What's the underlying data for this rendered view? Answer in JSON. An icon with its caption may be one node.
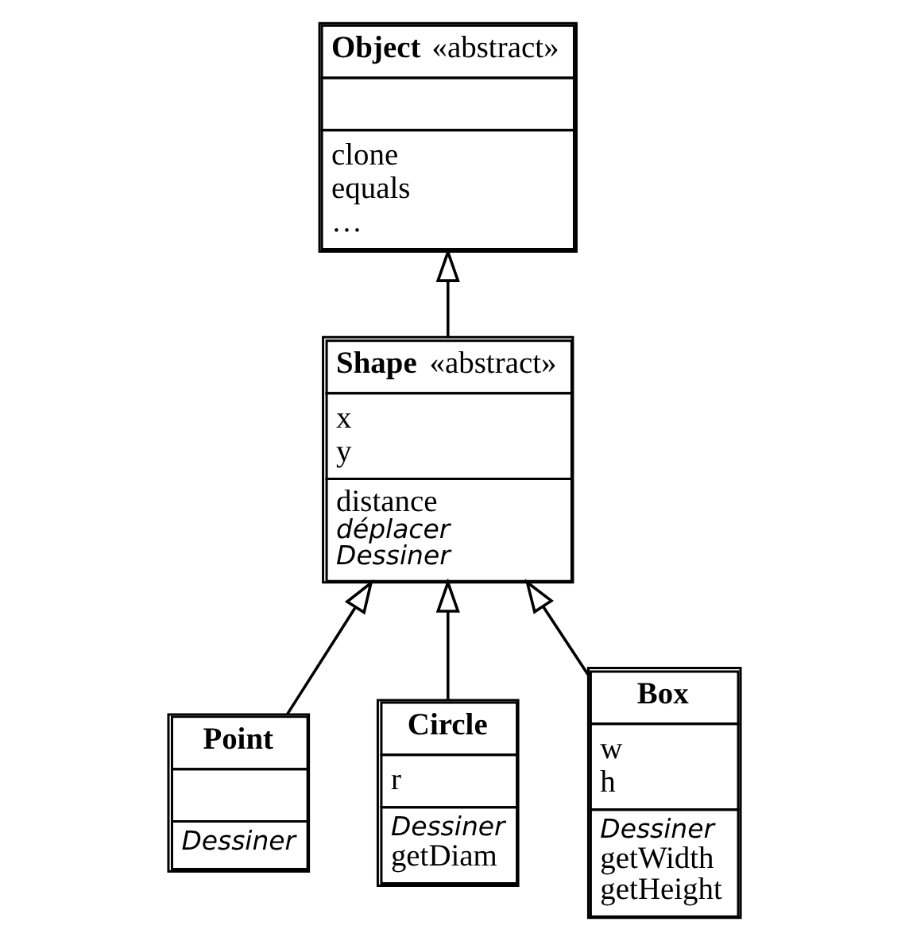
{
  "diagram": {
    "nodes": [
      {
        "text": [
          "**Object** «abstract»",
          "clone equals …"
        ]
      },
      {
        "text": [
          "**Shape** «abstract»",
          "x y",
          "distance *déplacer* *Dessiner*"
        ]
      },
      {
        "text": [
          "Point",
          "*Dessiner*"
        ]
      },
      {
        "text": [
          "Circle",
          "r",
          "*Dessiner* getDiam"
        ]
      },
      {
        "text": [
          "Box",
          "w h",
          "*Dessiner* getWidth getHeight"
        ]
      }
    ],
    "edges": [
      {
        "from": 1,
        "to": 0,
        "arrow": "to"
      },
      {
        "from": 2,
        "to": 1,
        "arrow": "to"
      },
      {
        "from": 3,
        "to": 1,
        "arrow": "to"
      },
      {
        "from": 4,
        "to": 1,
        "arrow": "to"
      }
    ]
  }
}
